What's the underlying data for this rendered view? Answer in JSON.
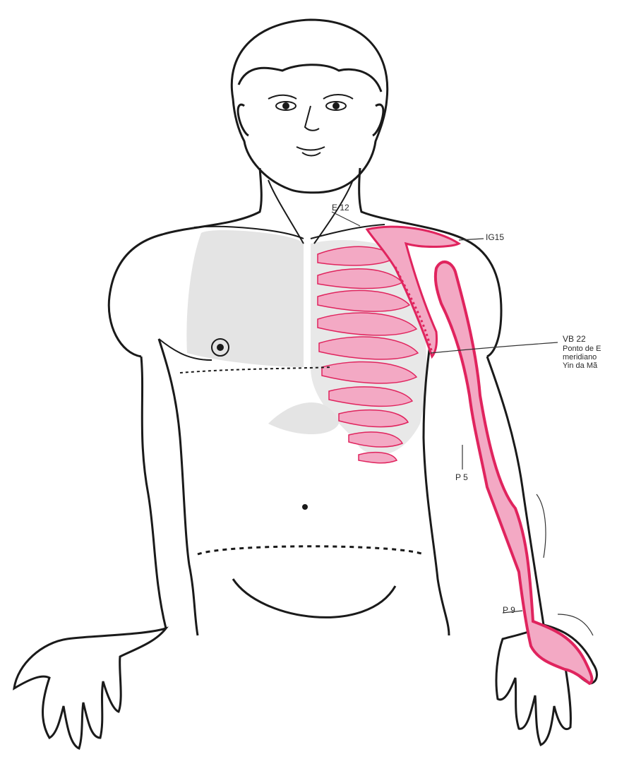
{
  "labels": {
    "e12": "E 12",
    "ig15": "IG15",
    "vb22_code": "VB 22",
    "vb22_line1": "Ponto de E",
    "vb22_line2": "meridiano",
    "vb22_line3": "Yin da Mã",
    "p5": "P 5",
    "p9": "P 9"
  },
  "colors": {
    "outline": "#1a1a1a",
    "meridian": "#e0245e",
    "meridian_fill": "#f3a9c4",
    "lung_shade": "#e4e4e4"
  }
}
